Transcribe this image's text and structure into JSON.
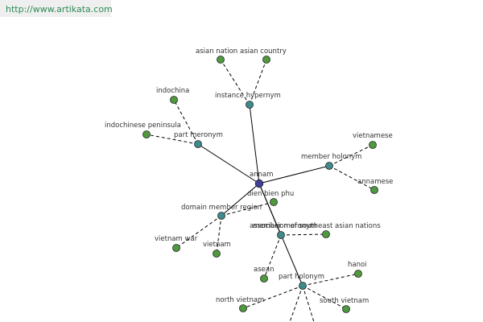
{
  "header": {
    "url": "http://www.artikata.com"
  },
  "colors": {
    "center_fill": "#3f3f9a",
    "relation_fill": "#3f8a8a",
    "term_fill": "#4f9a3f",
    "node_stroke": "#222222",
    "edge": "#000000",
    "label": "#333333"
  },
  "graph": {
    "center": {
      "label": "annam"
    },
    "relations": [
      {
        "id": "instance-hypernym",
        "label": "instance hypernym",
        "terms": [
          "asian nation",
          "asian country"
        ]
      },
      {
        "id": "part-meronym",
        "label": "part meronym",
        "terms": [
          "indochina",
          "indochinese peninsula"
        ]
      },
      {
        "id": "member-holonym",
        "label": "member holonym",
        "terms": [
          "vietnamese",
          "annamese"
        ]
      },
      {
        "id": "domain-member-region",
        "label": "domain member region",
        "terms": [
          "dien bien phu",
          "vietnam war",
          "vietnam"
        ]
      },
      {
        "id": "member-meronym",
        "label": "member meronym",
        "terms": [
          "association of southeast asian nations",
          "asean"
        ]
      },
      {
        "id": "part-holonym",
        "label": "part holonym",
        "terms": [
          "hanoi",
          "north vietnam",
          "south vietnam",
          "",
          ""
        ]
      }
    ]
  }
}
